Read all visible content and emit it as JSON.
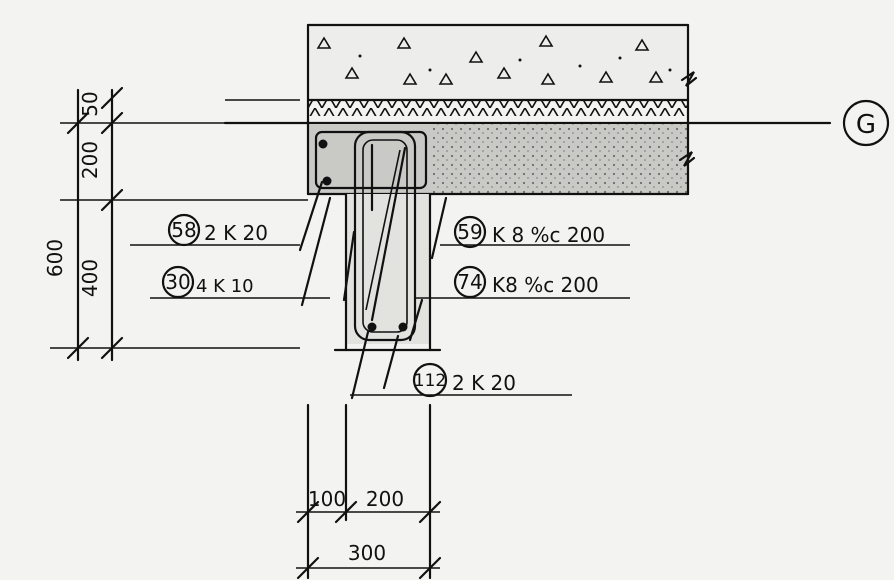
{
  "grid_axis": {
    "label": "G"
  },
  "dimensions": {
    "left": [
      {
        "label": "50"
      },
      {
        "label": "200"
      },
      {
        "label": "400"
      },
      {
        "label": "600"
      }
    ],
    "bottom": [
      {
        "label": "100"
      },
      {
        "label": "200"
      },
      {
        "label": "300"
      }
    ]
  },
  "callouts": {
    "c58": {
      "mark": "58",
      "spec": "2 K 20"
    },
    "c30": {
      "mark": "30",
      "spec": "4 K 10"
    },
    "c59": {
      "mark": "59",
      "spec": "K 8 %c 200"
    },
    "c74": {
      "mark": "74",
      "spec": "K8 %c 200"
    },
    "c112": {
      "mark": "112",
      "spec": "2 K 20"
    }
  },
  "colors": {
    "ink": "#111111",
    "paper": "#f3f3f1",
    "shading": "#b9b9b6"
  }
}
